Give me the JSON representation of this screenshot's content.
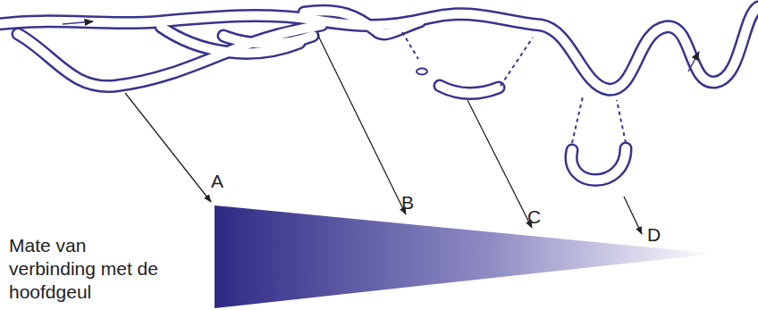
{
  "diagram": {
    "labels": [
      "A",
      "B",
      "C",
      "D",
      "Mate van verbinding met de hoofdgeul"
    ]
  }
}
